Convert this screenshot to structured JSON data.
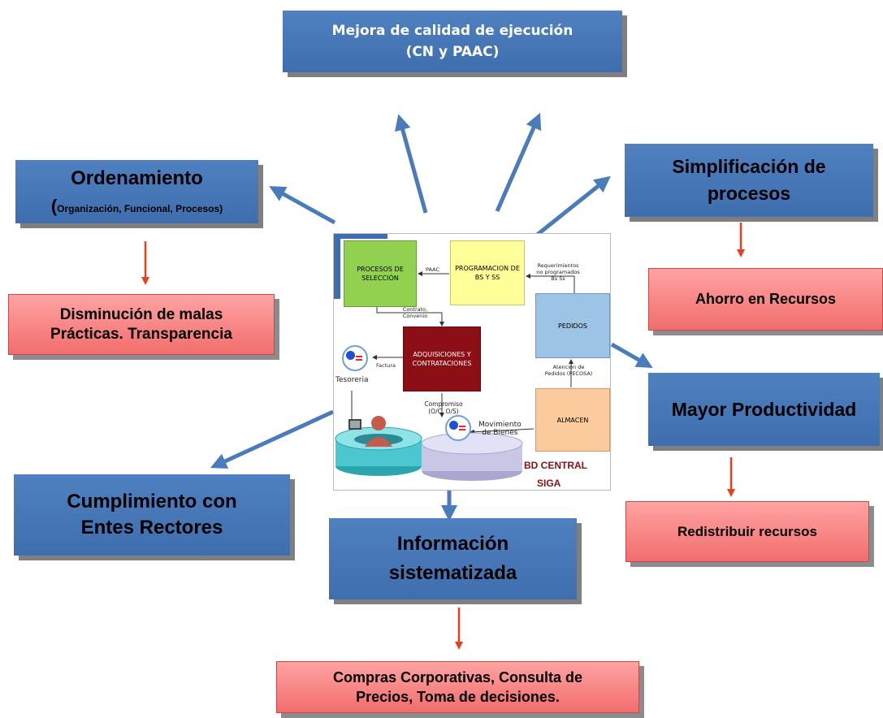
{
  "top_box": {
    "line1": "Mejora de calidad de ejecución",
    "line2": "(CN y PAAC)"
  },
  "ordenamiento": {
    "title": "Ordenamiento",
    "paren": "(",
    "subtitle": "Organización, Funcional, Procesos)"
  },
  "disminucion": {
    "line1": "Disminución de malas",
    "line2": "Prácticas. Transparencia"
  },
  "simplificacion": {
    "line1": "Simplificación de",
    "line2": "procesos"
  },
  "ahorro": {
    "text": "Ahorro en Recursos"
  },
  "productividad": {
    "text": "Mayor Productividad"
  },
  "redistribuir": {
    "text": "Redistribuir recursos"
  },
  "cumplimiento": {
    "line1": "Cumplimiento con",
    "line2": "Entes Rectores"
  },
  "informacion": {
    "line1": "Información",
    "line2": "sistematizada"
  },
  "compras": {
    "line1": "Compras Corporativas, Consulta de",
    "line2": "Precios, Toma de decisiones."
  },
  "central": {
    "procesos": "PROCESOS DE SELECCIÓN",
    "programacion": "PROGRAMACION DE BS Y SS",
    "pedidos": "PEDIDOS",
    "adquisiciones": "ADQUISICIONES Y CONTRATACIONES",
    "almacen": "ALMACEN",
    "tesoreria": "Tesoreria",
    "paac": "PAAC",
    "contrato": "Contrato, Convenio",
    "requerimientos": "Requerimientos no programados Bs Ss",
    "factura": "Factura",
    "atencion": "Atención de Pedidos (PECOSA)",
    "compromiso": "Compromiso (O/C, O/S)",
    "movimiento_line1": "Movimiento",
    "movimiento_line2": "de Bienes",
    "bd_central": "BD CENTRAL",
    "siga": "SIGA"
  },
  "colors": {
    "blue": "#4a7bbb",
    "pink": "#f47c7c",
    "red_arrow": "#e8401c",
    "blue_arrow": "#4a7bbb"
  }
}
